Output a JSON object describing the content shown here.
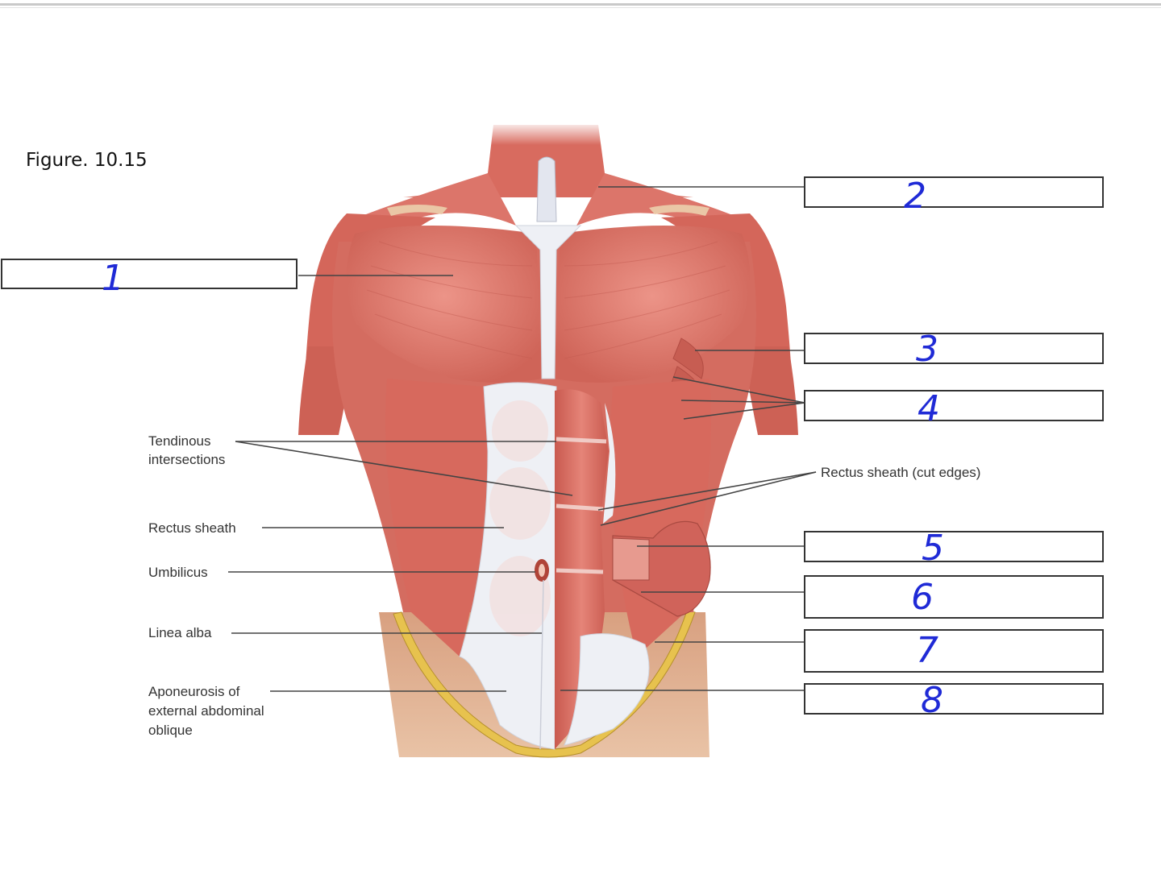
{
  "figure": {
    "title": "Figure. 10.15"
  },
  "labels": {
    "tendinous": [
      "Tendinous",
      "intersections"
    ],
    "rectus_sheath": "Rectus sheath",
    "umbilicus": "Umbilicus",
    "linea_alba": "Linea alba",
    "aponeurosis": [
      "Aponeurosis of",
      "external abdominal",
      "oblique"
    ],
    "rectus_sheath_cut": "Rectus sheath (cut edges)"
  },
  "answer_boxes": [
    {
      "number": "1"
    },
    {
      "number": "2"
    },
    {
      "number": "3"
    },
    {
      "number": "4"
    },
    {
      "number": "5"
    },
    {
      "number": "6"
    },
    {
      "number": "7"
    },
    {
      "number": "8"
    }
  ],
  "colors": {
    "muscle": "#df7a6e",
    "muscle_dark": "#c2584e",
    "fascia": "#eef0f5",
    "skin": "#d9a07e",
    "fat": "#e6c24f",
    "handwriting": "#1f2ad6"
  }
}
